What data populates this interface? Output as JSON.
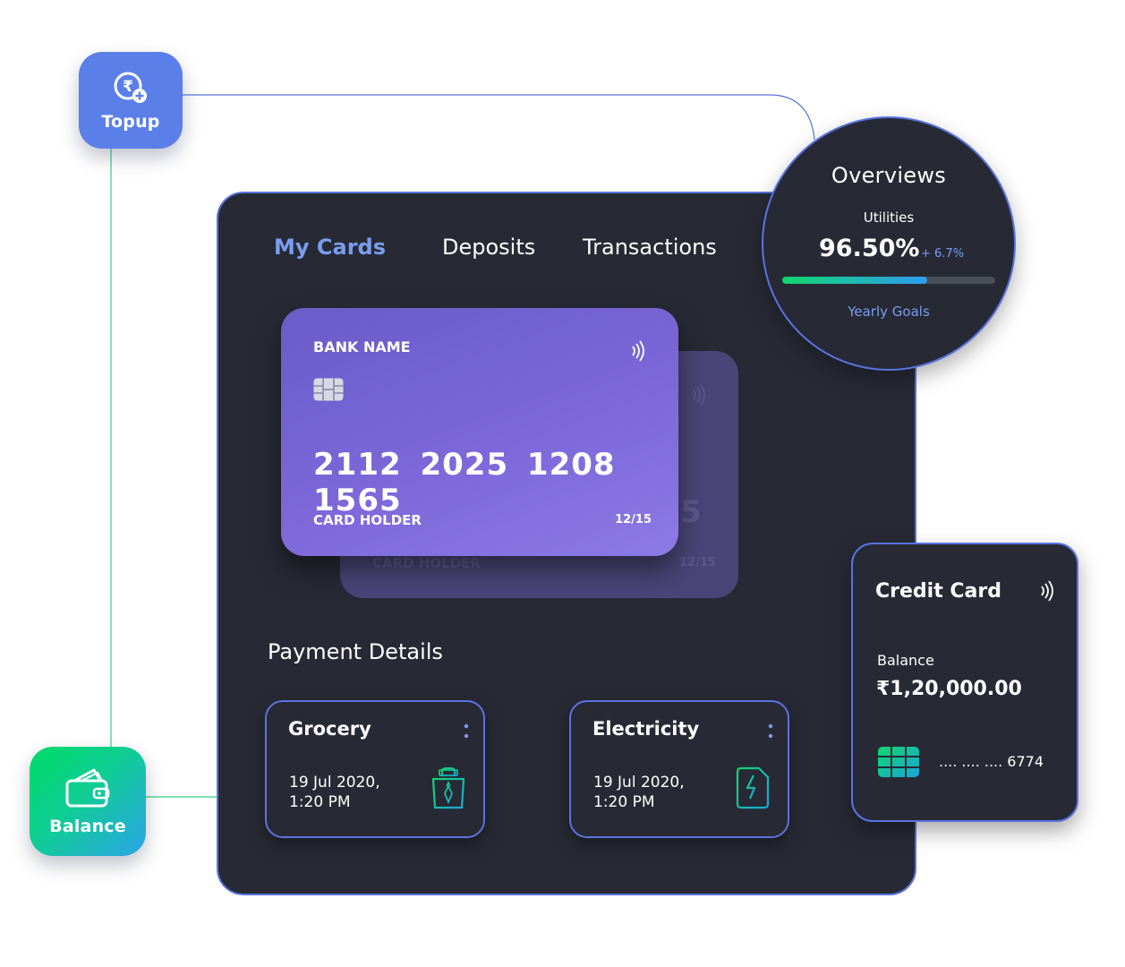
{
  "topup": {
    "label": "Topup",
    "icon": "rupee-add-icon"
  },
  "balance": {
    "label": "Balance",
    "icon": "wallet-icon"
  },
  "tabs": {
    "my_cards": "My Cards",
    "deposits": "Deposits",
    "transactions": "Transactions"
  },
  "card": {
    "bank_name": "BANK NAME",
    "number": "2112 2025 1208 1565",
    "holder": "CARD HOLDER",
    "expiry": "12/15",
    "back_digit": "5",
    "back_holder": "CARD HOLDER",
    "back_expiry": "12/15"
  },
  "payment": {
    "title": "Payment Details",
    "items": [
      {
        "title": "Grocery",
        "date": "19 Jul 2020,",
        "time": "1:20 PM",
        "icon": "shopping-bag-icon"
      },
      {
        "title": "Electricity",
        "date": "19 Jul 2020,",
        "time": "1:20 PM",
        "icon": "electricity-bill-icon"
      }
    ]
  },
  "overview": {
    "title": "Overviews",
    "subtitle": "Utilities",
    "value": "96.50%",
    "change": "+ 6.7%",
    "goal_label": "Yearly Goals",
    "progress_fraction": 0.68
  },
  "credit_card": {
    "title": "Credit Card",
    "balance_label": "Balance",
    "balance": "₹1,20,000.00",
    "masked_number": ".... .... .... 6774"
  },
  "colors": {
    "panel_bg": "#272a35",
    "accent_blue": "#5a73e0",
    "tab_active": "#7b9cf0",
    "topup_bg": "#5b7fe8",
    "green": "#11d66f",
    "card_purple": "#7c68d9"
  }
}
